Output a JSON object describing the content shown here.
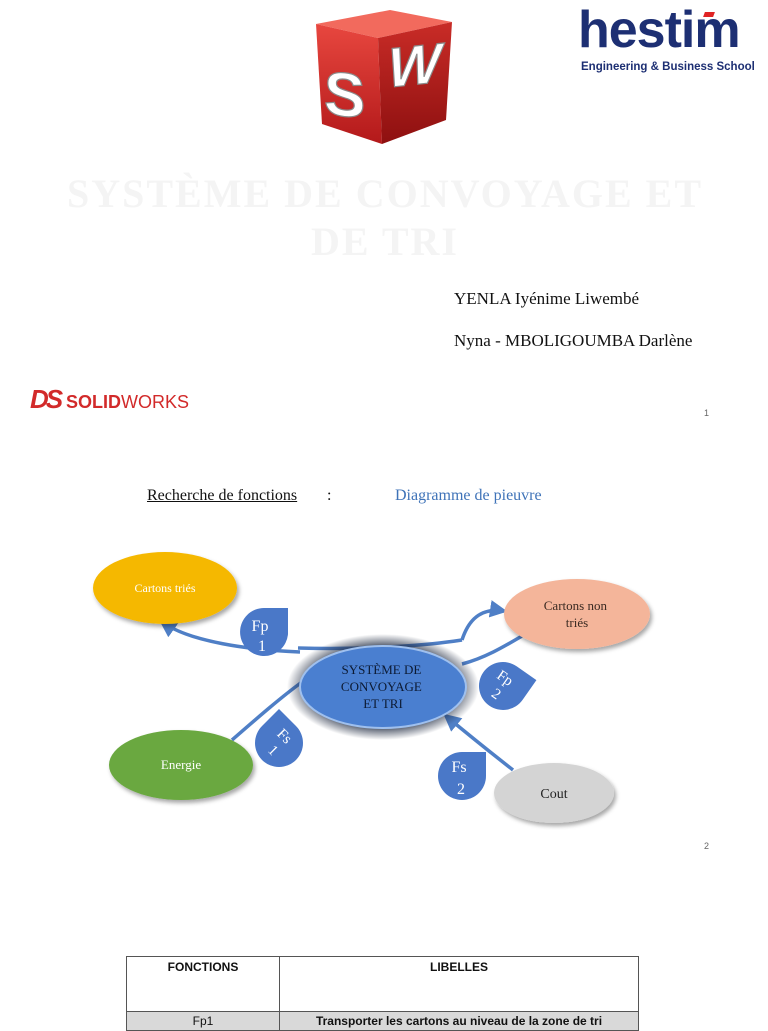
{
  "logos": {
    "sw_cube_letters": [
      "S",
      "W"
    ],
    "hestim_name": "hestim",
    "hestim_tagline": "Engineering & Business School",
    "solidworks_ds": "DS",
    "solidworks_bold": "SOLID",
    "solidworks_light": "WORKS"
  },
  "title": "SYSTÈME DE CONVOYAGE ET DE TRI",
  "authors": [
    "YENLA Iyénime Liwembé",
    "Nyna - MBOLIGOUMBA Darlène"
  ],
  "page_numbers": [
    "1",
    "2"
  ],
  "section": {
    "heading": "Recherche de fonctions",
    "colon": ":",
    "diagram_title": "Diagramme de pieuvre"
  },
  "diagram": {
    "center": [
      "SYSTÈME DE",
      "CONVOYAGE",
      "ET TRI"
    ],
    "nodes": {
      "cartons_tries": [
        "Cartons triés"
      ],
      "cartons_non_tries": [
        "Cartons non",
        "triés"
      ],
      "energie": [
        "Energie"
      ],
      "cout": [
        "Cout"
      ]
    },
    "functions": {
      "fp1": [
        "Fp",
        "1"
      ],
      "fp2": [
        "Fp",
        "2"
      ],
      "fs1": [
        "Fs",
        "1"
      ],
      "fs2": [
        "Fs",
        "2"
      ]
    },
    "colors": {
      "cartons_tries": "#f5b800",
      "cartons_non_tries": "#f4b59a",
      "energie": "#6aa840",
      "cout": "#d4d4d4",
      "center": "#4a7fd0",
      "arrows": "#4f7fc6"
    }
  },
  "table": {
    "headers": [
      "FONCTIONS",
      "LIBELLES"
    ],
    "rows": [
      {
        "fonction": "Fp1",
        "libelle": "Transporter les cartons au niveau de la zone de tri"
      }
    ]
  }
}
